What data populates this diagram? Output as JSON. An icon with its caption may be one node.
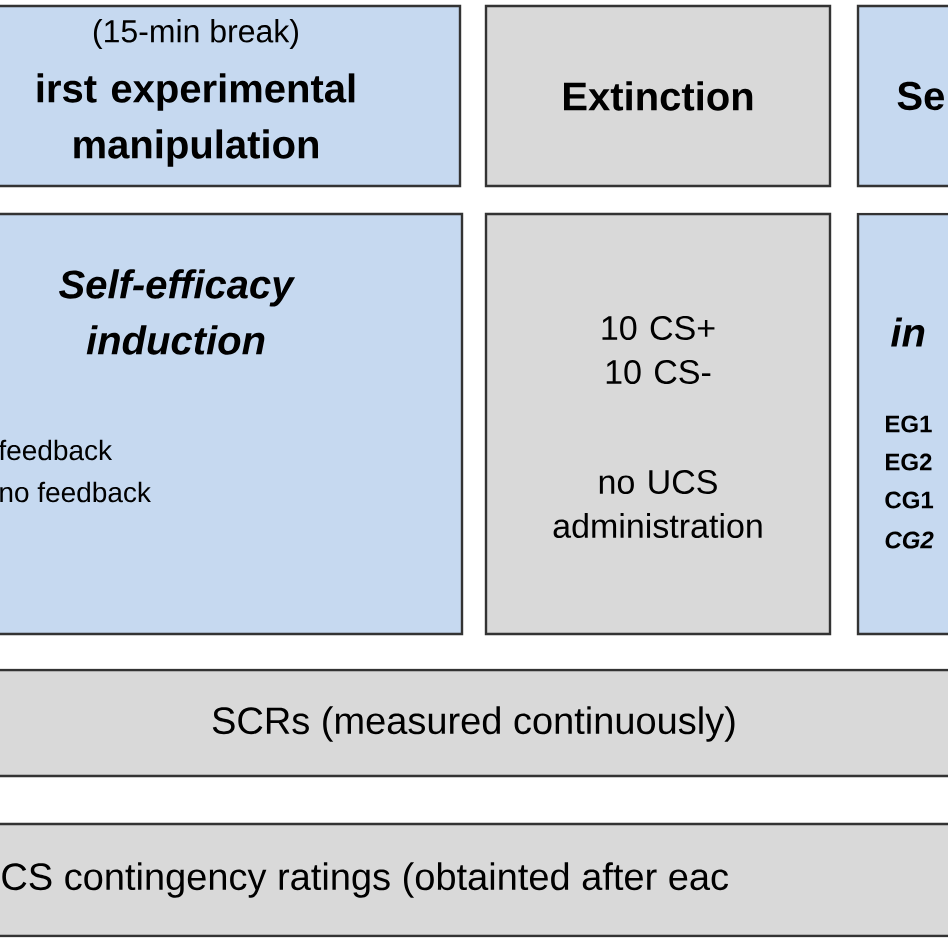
{
  "diagram": {
    "nodes": [
      {
        "text": [
          "(15-min break)",
          "irst experimental manipulation"
        ]
      },
      {
        "text": [
          "Extinction"
        ]
      },
      {
        "text": [
          "Se"
        ]
      },
      {
        "text": [
          "Self-efficacy induction",
          "feedback",
          "no feedback"
        ]
      },
      {
        "text": [
          "10 CS+ 10 CS-",
          "no UCS administration"
        ]
      },
      {
        "text": [
          "in",
          "EG1",
          "EG2",
          "CG1",
          "CG2"
        ]
      },
      {
        "text": [
          "SCRs (measured continuously)"
        ]
      },
      {
        "text": [
          "CS contingency ratings (obtainted after eac"
        ]
      }
    ]
  }
}
